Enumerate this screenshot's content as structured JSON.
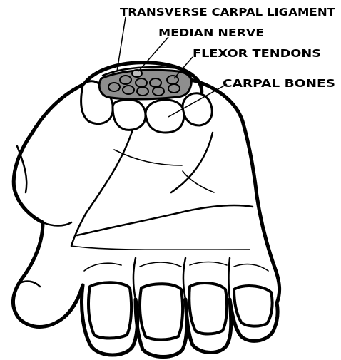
{
  "labels": {
    "ligament": "TRANSVERSE CARPAL LIGAMENT",
    "nerve": "MEDIAN NERVE",
    "tendons": "FLEXOR TENDONS",
    "bones": "CARPAL BONES"
  }
}
